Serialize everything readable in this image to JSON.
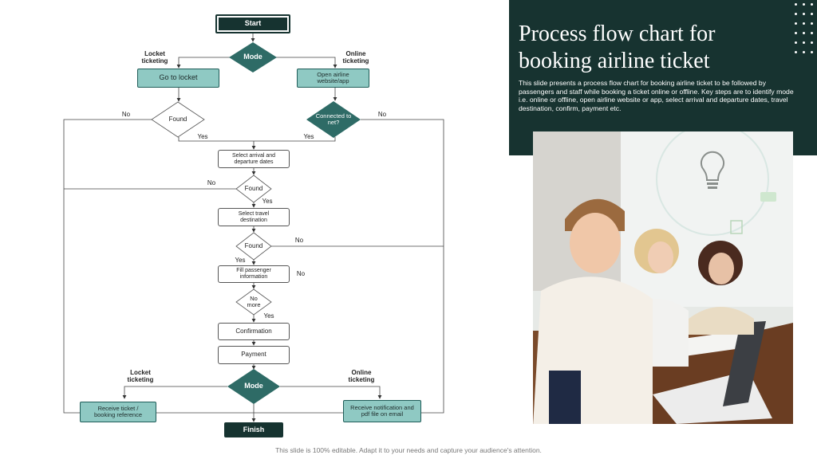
{
  "flowchart": {
    "start": "Start",
    "mode_top": "Mode",
    "locket_ticketing_top": "Locket ticketing",
    "online_ticketing_top": "Online ticketing",
    "go_to_locket": "Go to locket",
    "open_website": "Open airline website/app",
    "found_1": "Found",
    "connected_to_net": "Connected to net?",
    "no_left_1": "No",
    "no_right_1": "No",
    "yes_left_1": "Yes",
    "yes_right_1": "Yes",
    "select_dates": "Select arrival and departure dates",
    "no_2": "No",
    "found_2": "Found",
    "yes_2": "Yes",
    "select_destination": "Select travel destination",
    "found_3": "Found",
    "no_3": "No",
    "yes_3": "Yes",
    "fill_info": "Fill passenger information",
    "no_4": "No",
    "no_more": "No more",
    "yes_4": "Yes",
    "confirmation": "Confirmation",
    "payment": "Payment",
    "mode_bottom": "Mode",
    "locket_ticketing_bottom": "Locket ticketing",
    "online_ticketing_bottom": "Online ticketing",
    "receive_ticket": "Receive ticket / booking reference",
    "receive_notification": "Receive notification and pdf file on email",
    "finish": "Finish"
  },
  "panel": {
    "title": "Process flow chart for booking airline ticket",
    "description": "This slide presents a process flow chart for booking airline ticket to be followed by passengers and staff while booking a ticket online or offline. Key steps are to identify mode i.e. online or offline, open airline website or app, select arrival and departure dates, travel destination, confirm, payment etc."
  },
  "footer": "This slide is 100% editable. Adapt it to your needs and capture your audience's attention.",
  "colors": {
    "dark_teal": "#173330",
    "teal": "#2e6b66",
    "light_teal": "#8fc9c3"
  }
}
